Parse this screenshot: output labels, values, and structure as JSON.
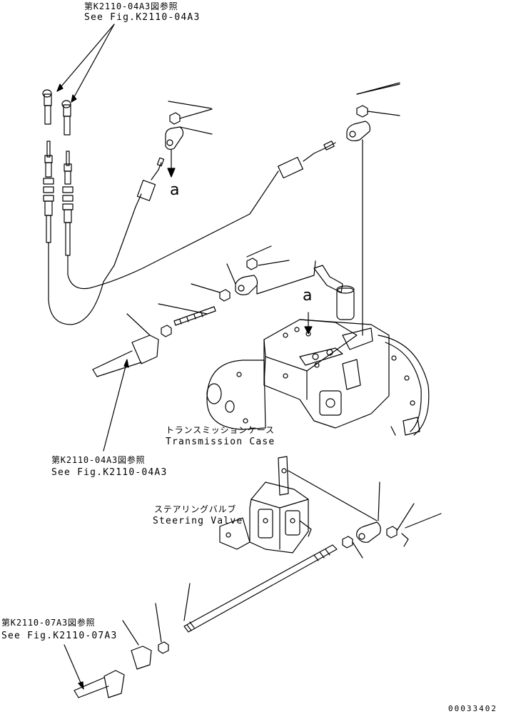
{
  "refs": {
    "top_jp": "第K2110-04A3図参照",
    "top_en": "See Fig.K2110-04A3",
    "mid_jp": "第K2110-04A3図参照",
    "mid_en": "See Fig.K2110-04A3",
    "bottom_jp": "第K2110-07A3図参照",
    "bottom_en": "See Fig.K2110-07A3"
  },
  "components": {
    "transmission_case_jp": "トランスミッションケース",
    "transmission_case_en": "Transmission Case",
    "steering_valve_jp": "ステアリングバルブ",
    "steering_valve_en": "Steering Valve"
  },
  "view_markers": {
    "a_upper": "a",
    "a_lower": "a"
  },
  "document_number": "00033402"
}
